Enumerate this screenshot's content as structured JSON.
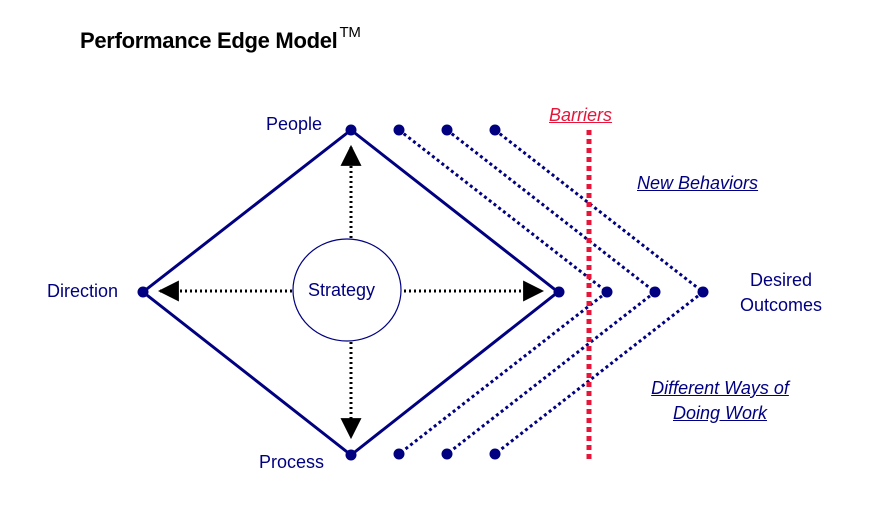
{
  "title": "Performance Edge Model",
  "trademark": "TM",
  "nodes": {
    "people": "People",
    "direction": "Direction",
    "process": "Process",
    "strategy": "Strategy",
    "desired_outcomes": [
      "Desired",
      "Outcomes"
    ]
  },
  "annotations": {
    "barriers": "Barriers",
    "new_behaviors": "New Behaviors",
    "different_ways": [
      "Different Ways of",
      "Doing Work"
    ]
  },
  "colors": {
    "primary": "#000080",
    "barrier": "#e8153a",
    "arrow": "#000000"
  }
}
